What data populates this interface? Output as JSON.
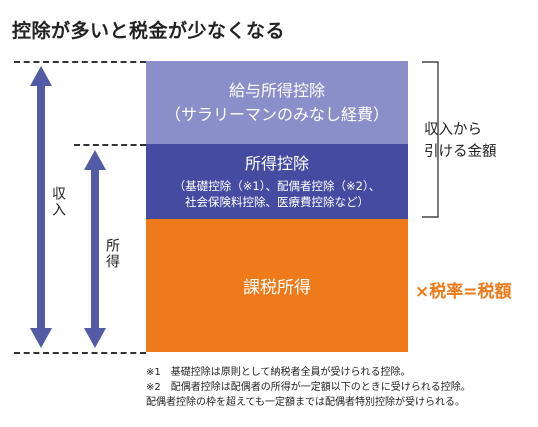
{
  "title": "控除が多いと税金が少なくなる",
  "boxes": {
    "salary_deduction": {
      "line1": "給与所得控除",
      "line2": "（サラリーマンのみなし経費）",
      "color": "#8a8fc9"
    },
    "income_deduction": {
      "line1": "所得控除",
      "line2": "（基礎控除（※1）、配偶者控除（※2）、",
      "line3": "社会保険料控除、医療費控除など）",
      "color": "#464ba2"
    },
    "taxable_income": {
      "line1": "課税所得",
      "color": "#ef7a1a"
    }
  },
  "labels": {
    "income": "収入",
    "earnings": "所得",
    "deducted_line1": "収入から",
    "deducted_line2": "引ける金額",
    "tax_formula": "×税率=税額"
  },
  "notes": [
    "※1　基礎控除は原則として納税者全員が受けられる控除。",
    "※2　配偶者控除は配偶者の所得が一定額以下のときに受けられる控除。",
    "配偶者控除の枠を超えても一定額までは配偶者特別控除が受けられる。"
  ],
  "arrow_color": "#535ba6"
}
